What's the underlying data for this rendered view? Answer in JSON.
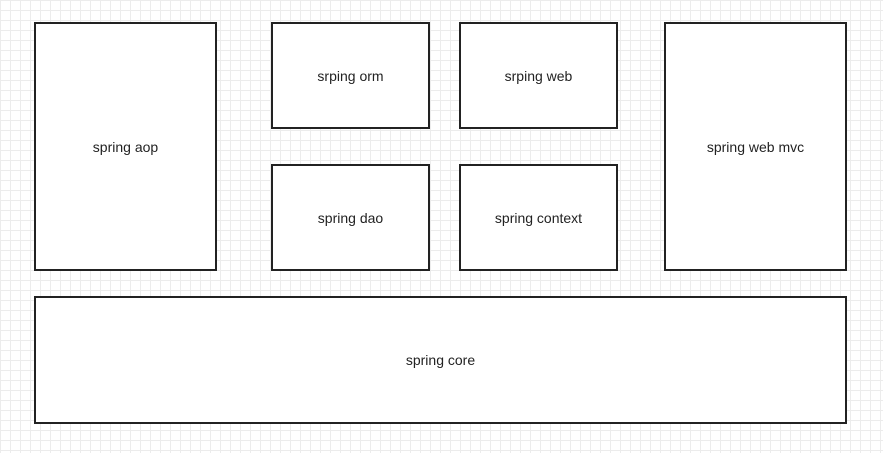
{
  "diagram": {
    "modules": {
      "aop": "spring aop",
      "orm": "srping orm",
      "web": "srping web",
      "web_mvc": "spring web mvc",
      "dao": "spring dao",
      "context": "spring context",
      "core": "spring core"
    },
    "colors": {
      "border": "#222222",
      "text": "#222222",
      "grid": "#ececec",
      "background": "#ffffff"
    }
  }
}
